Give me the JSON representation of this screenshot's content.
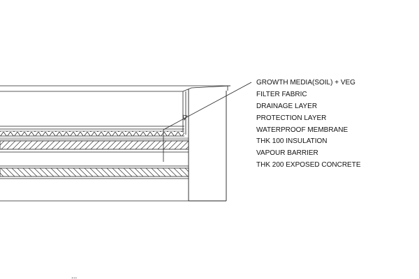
{
  "detail": {
    "layers": [
      "GROWTH MEDIA(SOIL) + VEG",
      "FILTER FABRIC",
      "DRAINAGE LAYER",
      "PROTECTION LAYER",
      "WATERPROOF MEMBRANE",
      "THK 100 INSULATION",
      "VAPOUR BARRIER",
      "THK 200 EXPOSED CONCRETE"
    ],
    "footer_mark": "..."
  }
}
